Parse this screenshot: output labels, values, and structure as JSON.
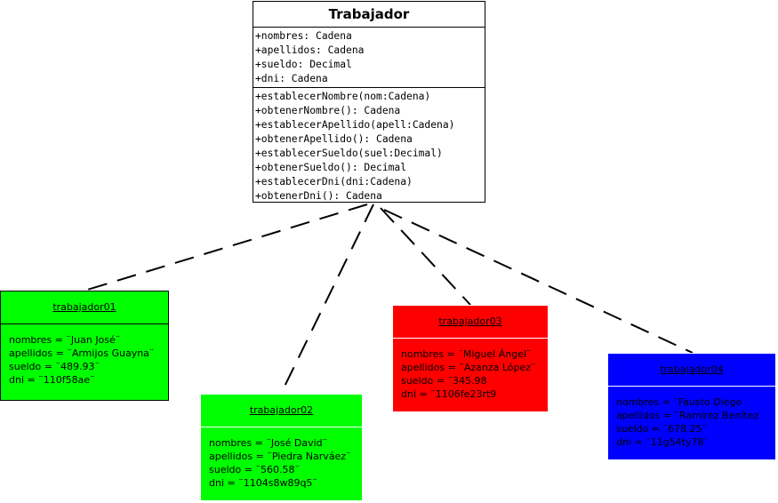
{
  "class": {
    "name": "Trabajador",
    "attributes": [
      "+nombres: Cadena",
      "+apellidos: Cadena",
      "+sueldo: Decimal",
      "+dni: Cadena"
    ],
    "operations": [
      "+establecerNombre(nom:Cadena)",
      "+obtenerNombre(): Cadena",
      "+establecerApellido(apell:Cadena)",
      "+obtenerApellido(): Cadena",
      "+establecerSueldo(suel:Decimal)",
      "+obtenerSueldo(): Decimal",
      "+establecerDni(dni:Cadena)",
      "+obtenerDni(): Cadena"
    ]
  },
  "objects": [
    {
      "name": "trabajador01",
      "color": "#00ff00",
      "lines": [
        "nombres = ¨Juan José¨",
        "apellidos = ¨Armijos Guayna¨",
        "sueldo = ¨489.93¨",
        "dni = ¨110f58ae¨"
      ]
    },
    {
      "name": "trabajador02",
      "color": "#00ff00",
      "lines": [
        "nombres = ¨José David¨",
        "apellidos = ¨Piedra Narváez¨",
        "sueldo = ¨560.58¨",
        "dni = ¨1104s8w89q5¨"
      ]
    },
    {
      "name": "trabajador03",
      "color": "#ff0000",
      "lines": [
        "nombres = ¨Miguel Ángel¨",
        "apellidos = ¨Azanza López¨",
        "sueldo = ¨345.98",
        "dni = ¨1106fe23rt9"
      ]
    },
    {
      "name": "trabajador04",
      "color": "#0000ff",
      "lines": [
        "nombres = ¨Fausto Diego",
        "apellidos = ¨Ramírez Benítez",
        "sueldo = ¨678.25¨",
        "dni = ¨11g54ty78¨"
      ]
    }
  ]
}
